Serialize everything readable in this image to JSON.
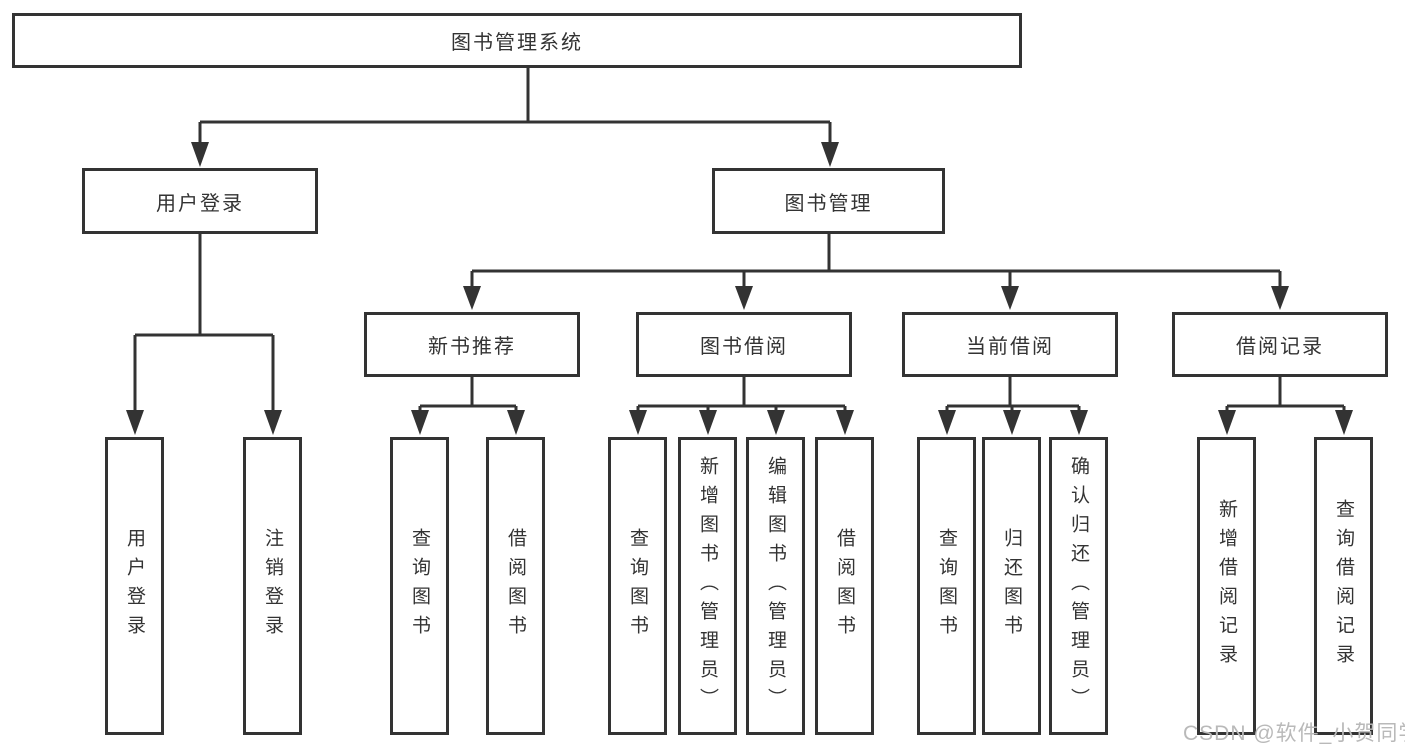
{
  "tree": {
    "root": "图书管理系统",
    "branches": [
      {
        "label": "用户登录",
        "children": [
          "用户登录",
          "注销登录"
        ]
      },
      {
        "label": "图书管理",
        "groups": [
          {
            "label": "新书推荐",
            "children": [
              "查询图书",
              "借阅图书"
            ]
          },
          {
            "label": "图书借阅",
            "children": [
              "查询图书",
              "新增图书（管理员）",
              "编辑图书（管理员）",
              "借阅图书"
            ]
          },
          {
            "label": "当前借阅",
            "children": [
              "查询图书",
              "归还图书",
              "确认归还（管理员）"
            ]
          },
          {
            "label": "借阅记录",
            "children": [
              "新增借阅记录",
              "查询借阅记录"
            ]
          }
        ]
      }
    ]
  },
  "watermark": "CSDN @软件_小贺同学",
  "colors": {
    "line": "#333333",
    "text": "#333333",
    "background": "#ffffff",
    "watermark": "#b9b9b9"
  }
}
